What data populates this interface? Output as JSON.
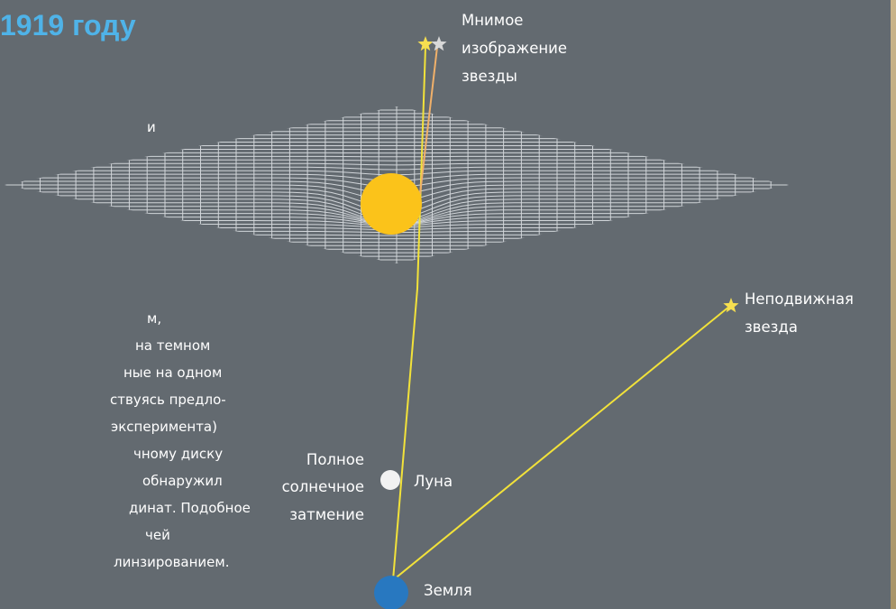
{
  "header": {
    "title_fragment": "1919 году"
  },
  "text_column": {
    "lines": [
      "и",
      "м,",
      "на темном",
      "ные на одном",
      "ствуясь предло-",
      " эксперимента)",
      "чному диску",
      "обнаружил",
      "динат. Подобное",
      "чей",
      "линзированием."
    ]
  },
  "diagram": {
    "labels": {
      "apparent_star": [
        "Мнимое",
        "изображение",
        "звезды"
      ],
      "fixed_star": [
        "Неподвижная",
        "звезда"
      ],
      "eclipse": [
        "Полное",
        "солнечное",
        "затмение"
      ],
      "moon": "Луна",
      "earth": "Земля"
    },
    "colors": {
      "background": "#636a70",
      "title": "#4fb3e8",
      "sun": "#fbc31a",
      "earth": "#2878c0",
      "moon": "#f2f2f2",
      "light_ray": "#f2e23a",
      "deflected_ray": "#f0b06a",
      "grid": "#e4e8ec"
    }
  }
}
